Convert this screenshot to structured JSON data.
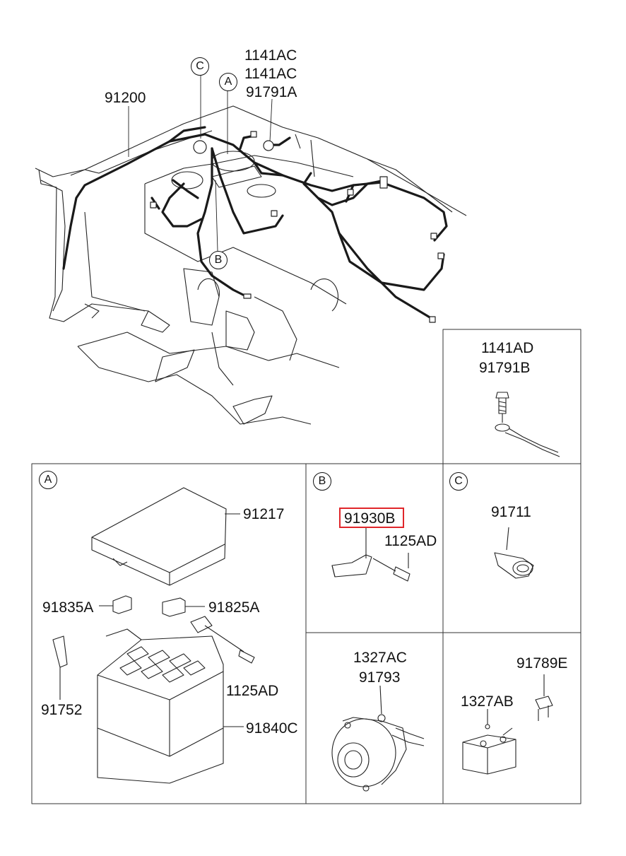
{
  "labels": {
    "p91200": "91200",
    "p1141AC_1": "1141AC",
    "p1141AC_2": "1141AC",
    "p91791A": "91791A",
    "p1141AD": "1141AD",
    "p91791B": "91791B",
    "p91217": "91217",
    "p91835A": "91835A",
    "p91825A": "91825A",
    "p1125AD_a": "1125AD",
    "p91752": "91752",
    "p91840C": "91840C",
    "p91930B": "91930B",
    "p1125AD_b": "1125AD",
    "p91711": "91711",
    "p1327AC": "1327AC",
    "p91793": "91793",
    "p91789E": "91789E",
    "p1327AB": "1327AB"
  },
  "callouts": {
    "a": "A",
    "b": "B",
    "c": "C"
  },
  "colors": {
    "line": "#1a1a1a",
    "highlight": "#e0262a",
    "background": "#ffffff"
  }
}
